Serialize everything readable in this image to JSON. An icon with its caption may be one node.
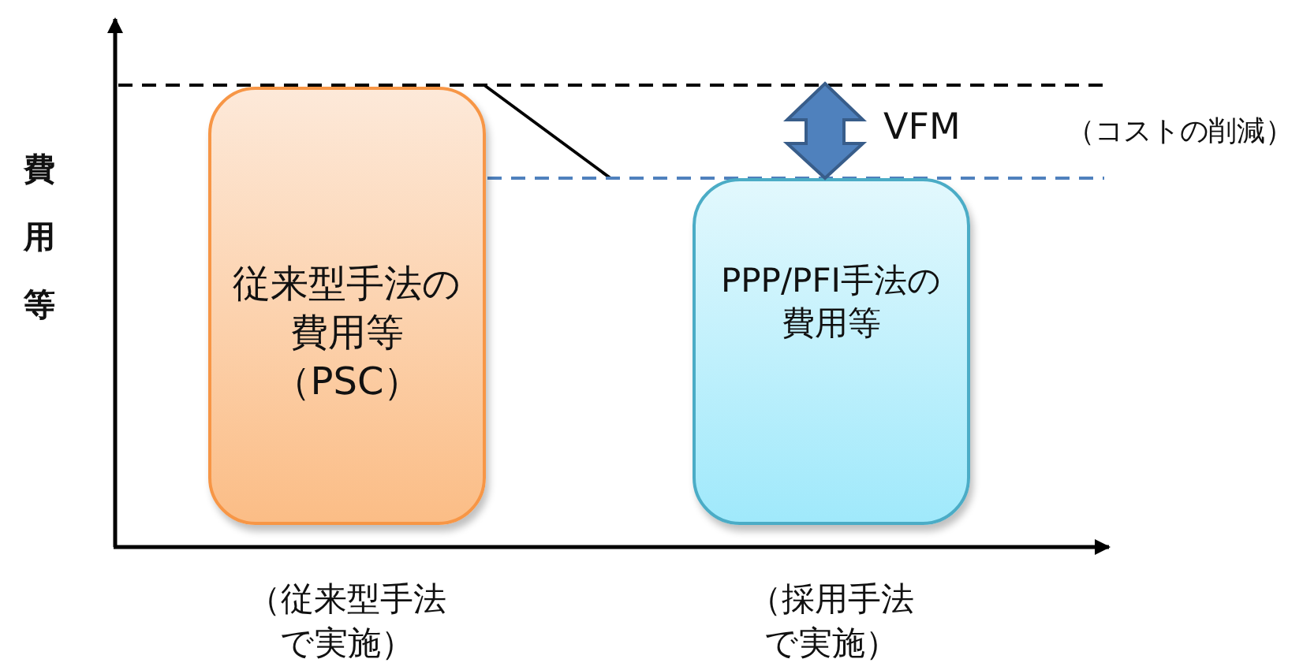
{
  "diagram": {
    "nodes": [
      {
        "text": [
          "従来型手法の費用等（PSC）"
        ],
        "beside": [
          "（従来型手法で実施）"
        ]
      },
      {
        "text": [
          "PPP/PFI手法の費用等"
        ],
        "beside": [
          "（採用手法で実施）"
        ]
      }
    ],
    "labels": [
      "費用等",
      "VFM",
      "（コストの削減）"
    ]
  }
}
